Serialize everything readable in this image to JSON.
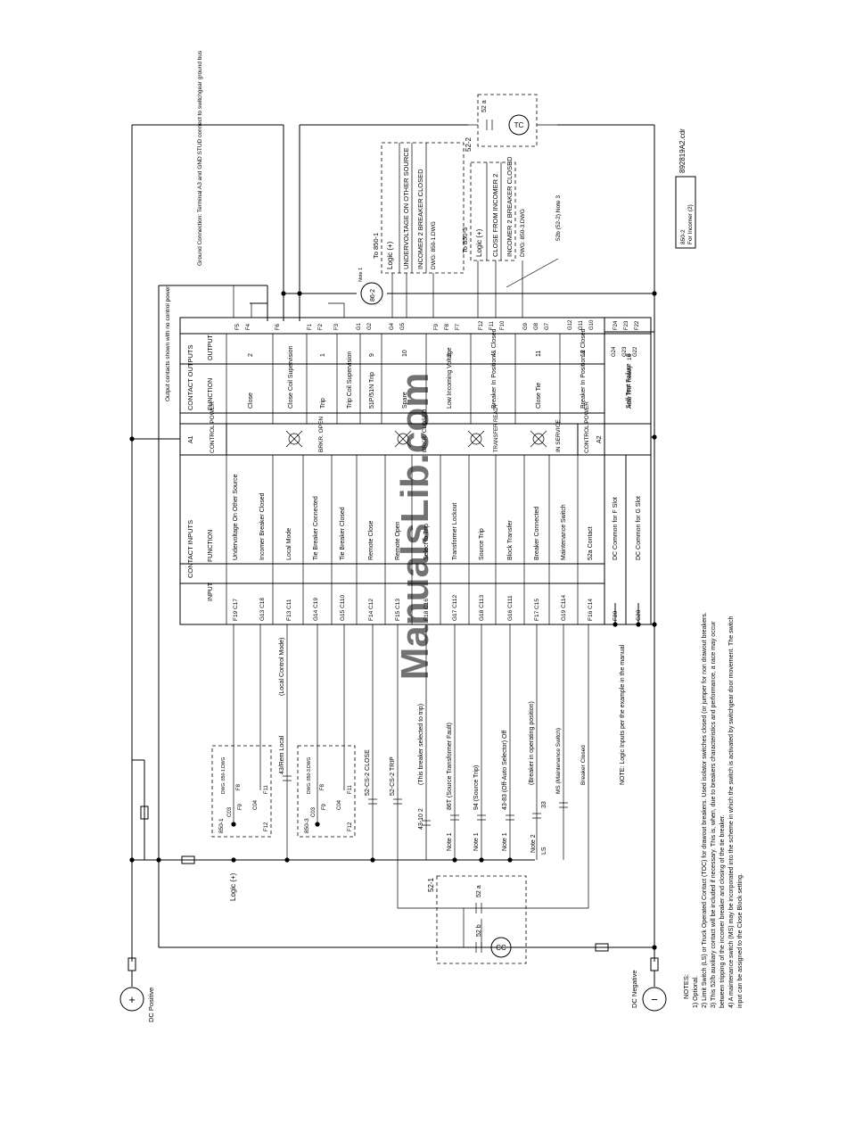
{
  "watermark": "ManualsLib.com",
  "dc_positive": {
    "symbol": "+",
    "label": "DC Positive"
  },
  "dc_negative": {
    "symbol": "−",
    "label": "DC Negative"
  },
  "ground_note": "Ground Connection: Terminal A3 and GND STUD connect to switchgear ground bus",
  "output_note": "Output contacts shown with no control power",
  "drawing_number": "892819A2.cdr",
  "device_box": {
    "line1": "850-2",
    "line2": "For Incomer (2)"
  },
  "contact_outputs": {
    "title": "CONTACT OUTPUTS",
    "headers": {
      "function": "FUNCTION",
      "output": "OUTPUT"
    },
    "rows": [
      {
        "function": "Close",
        "num": "2",
        "terms": [
          "F5",
          "F4"
        ]
      },
      {
        "function": "Close Coil Supervision",
        "num": "",
        "terms": [
          "F6"
        ]
      },
      {
        "function": "Trip",
        "num": "1",
        "terms": [
          "F1",
          "F2"
        ]
      },
      {
        "function": "Trip Coil Supervision",
        "num": "",
        "terms": [
          "F3"
        ]
      },
      {
        "function": "51P/51N Trip",
        "num": "9",
        "terms": [
          "G1",
          "G2"
        ]
      },
      {
        "function": "Spare",
        "num": "10",
        "terms": [
          "G4",
          "G5"
        ]
      },
      {
        "function": "Low Incoming Voltage",
        "num": "3",
        "terms": [
          "F9",
          "F8",
          "F7"
        ]
      },
      {
        "function": "Breaker In Position & Closed",
        "num": "4",
        "terms": [
          "F12",
          "F11",
          "F10"
        ]
      },
      {
        "function": "Close Tie",
        "num": "11",
        "terms": [
          "G9",
          "G8",
          "G7"
        ]
      },
      {
        "function": "Breaker In Position & Closed",
        "num": "12",
        "terms": [
          "G12",
          "G11",
          "G10"
        ]
      },
      {
        "function": "Self-Test Failure",
        "num": "8",
        "terms": [
          "F24",
          "F23",
          "F22"
        ]
      },
      {
        "function": "Auto TRF Ready",
        "num": "16",
        "terms": [
          "G24",
          "G23",
          "G22"
        ]
      }
    ]
  },
  "control_power": {
    "label": "CONTROL POWER",
    "a1": "A1",
    "a2": "A2",
    "leds": [
      "BRKR. OPEN",
      "BRKR. CLOSED",
      "TRANSFER READY",
      "IN SERVICE"
    ]
  },
  "contact_inputs": {
    "title": "CONTACT INPUTS",
    "headers": {
      "input": "INPUT",
      "function": "FUNCTION"
    },
    "rows": [
      {
        "terms": "F19 C17",
        "function": "Undervoltage On Other Source"
      },
      {
        "terms": "G13 C18",
        "function": "Incomer Breaker Closed"
      },
      {
        "terms": "F13 C11",
        "function": "Local Mode"
      },
      {
        "terms": "G14 C19",
        "function": "Tie Breaker Connected"
      },
      {
        "terms": "G15 C110",
        "function": "Tie Breaker Closed"
      },
      {
        "terms": "F14 C12",
        "function": "Remote Close"
      },
      {
        "terms": "F15 C13",
        "function": "Remote Open"
      },
      {
        "terms": "F18 C16",
        "function": "Select to Trip"
      },
      {
        "terms": "G17 C112",
        "function": "Transformer Lockout"
      },
      {
        "terms": "G18 C113",
        "function": "Source Trip"
      },
      {
        "terms": "G16 C111",
        "function": "Block Transfer"
      },
      {
        "terms": "F17 C15",
        "function": "Breaker Connected"
      },
      {
        "terms": "G19 C114",
        "function": "Maintenance Switch"
      },
      {
        "terms": "F16 C14",
        "function": "52a Contact"
      },
      {
        "terms": "F20",
        "function": "DC Common for F Slot"
      },
      {
        "terms": "G20",
        "function": "DC Common for G Slot"
      }
    ]
  },
  "right_refs": [
    {
      "to": "To 850-1",
      "lines": [
        "Logic (+)",
        "UNDERVOLTAGE ON OTHER SOURCE",
        "INCOMER 2 BREAKER CLOSED",
        "DWG: 850-1.DWG"
      ]
    },
    {
      "to": "To 850-3",
      "lines": [
        "Logic (+)",
        "CLOSE FROM INCOMER 2",
        "INCOMER 2 BREAKER CLOSED",
        "DWG: 850-3.DWG"
      ]
    }
  ],
  "note3_label": "52b (52-2) Note 3",
  "tc_label": "TC",
  "cc_label": "CC",
  "breaker_52_2": "52-2",
  "breaker_52_1": "52-1",
  "contact_52a": "52 a",
  "contact_52b": "52 b",
  "relay_862": "86-2",
  "note1_tag": "Note 1",
  "logic_plus": "Logic (+)",
  "left_inputs": [
    "(Local Control Mode)",
    "43/Rem Local",
    "52-CS-2 CLOSE",
    "52-CS-2 TRIP",
    "(This breaker selected to trip)",
    "43-10 2",
    "86T (Source Transformer Fault)",
    "94 (Source Trip)",
    "43-83 (Off-Auto Selector) Off",
    "(Breaker in operating position)",
    "MS (Maintenance Switch)",
    "Breaker Closed",
    "Note 1",
    "Note 2",
    "LS",
    "33"
  ],
  "left_ref_boxes": [
    {
      "title": "850-1",
      "dwg": "DWG: 850-1.DWG",
      "terms": [
        "C03",
        "F8",
        "F9",
        "C04",
        "F12",
        "F11"
      ]
    },
    {
      "title": "850-3",
      "dwg": "DWG: 850-3.DWG",
      "terms": [
        "C03",
        "F8",
        "F9",
        "C04",
        "F12",
        "F11"
      ]
    }
  ],
  "logic_note": "NOTE: Logic Inputs per the example in the manual",
  "notes": {
    "title": "NOTES:",
    "items": [
      "1) Optional.",
      "2) Limit Switch (LS) or Truck Operated Contact (TOC) for drawout breakers. Used isolator switches closed (or jumper for non drawout breakers.",
      "3) This 52/b auxiliary contact will be included if necessary. This is, when, due to breakers characteristics and performance, a race may occur",
      "between tripping of the incomer breaker and closing of the tie breaker.",
      "4) A maintenance switch (MS) may be incorporated into the scheme in which the switch is activated by switchgear door movement. The switch",
      "input can be assigned to the Close Block setting."
    ]
  }
}
